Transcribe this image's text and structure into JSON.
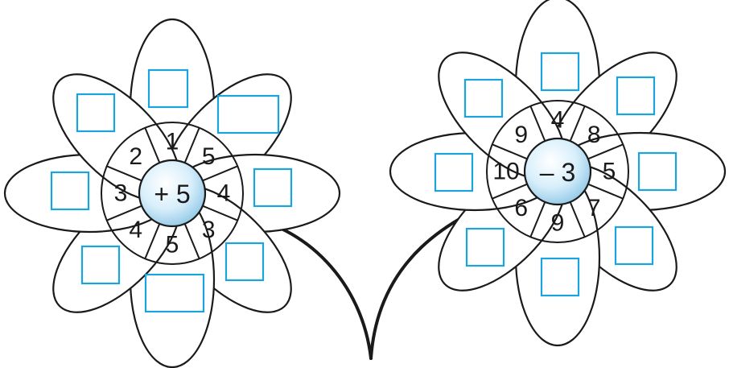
{
  "flowers": [
    {
      "operation": "+ 5",
      "numbers": [
        "1",
        "5",
        "4",
        "3",
        "5",
        "4",
        "3",
        "2"
      ],
      "center_color": "#cfe9f8"
    },
    {
      "operation": "– 3",
      "numbers": [
        "4",
        "8",
        "5",
        "7",
        "9",
        "6",
        "10",
        "9"
      ],
      "center_color": "#cfe9f8"
    }
  ],
  "colors": {
    "outline": "#1a1a1a",
    "answer_box": "#1aa3dc",
    "center_fill": "#cfe9f8"
  }
}
